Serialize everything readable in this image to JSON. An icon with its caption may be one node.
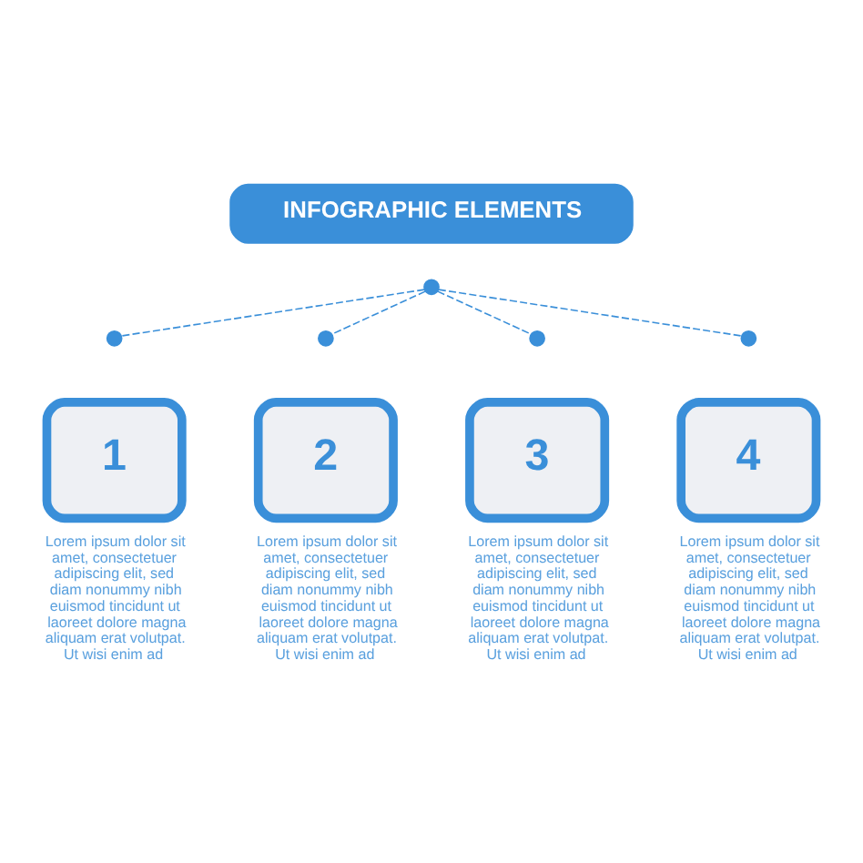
{
  "diagram": {
    "nodes": [
      {
        "text": [
          "INFOGRAPHIC ELEMENTS"
        ]
      },
      {
        "text": [],
        "shape": "circle"
      },
      {
        "text": [],
        "shape": "circle"
      },
      {
        "text": [],
        "shape": "circle"
      },
      {
        "text": [],
        "shape": "circle"
      },
      {
        "text": [],
        "shape": "circle"
      },
      {
        "text": [
          "1"
        ],
        "beside": [
          "Lorem ipsum dolor sit amet, consectetuer adipiscing elit, sed diam nonummy nibh euismod tincidunt ut laoreet dolore magna aliquam erat volutpat. Ut wisi enim ad"
        ]
      },
      {
        "text": [
          "2"
        ],
        "beside": [
          "Lorem ipsum dolor sit amet, consectetuer adipiscing elit, sed diam nonummy nibh euismod tincidunt ut laoreet dolore magna aliquam erat volutpat. Ut wisi enim ad"
        ]
      },
      {
        "text": [
          "3"
        ],
        "beside": [
          "Lorem ipsum dolor sit amet, consectetuer adipiscing elit, sed diam nonummy nibh euismod tincidunt ut laoreet dolore magna aliquam erat volutpat. Ut wisi enim ad"
        ]
      },
      {
        "text": [
          "4"
        ],
        "beside": [
          "Lorem ipsum dolor sit amet, consectetuer adipiscing elit, sed diam nonummy nibh euismod tincidunt ut laoreet dolore magna aliquam erat volutpat. Ut wisi enim ad"
        ]
      }
    ],
    "edges": [
      {
        "from": 1,
        "to": 2,
        "arrow": "none",
        "style": "dashed"
      },
      {
        "from": 1,
        "to": 3,
        "arrow": "none",
        "style": "dashed"
      },
      {
        "from": 1,
        "to": 4,
        "arrow": "none",
        "style": "dashed"
      },
      {
        "from": 1,
        "to": 5,
        "arrow": "none",
        "style": "dashed"
      }
    ]
  }
}
